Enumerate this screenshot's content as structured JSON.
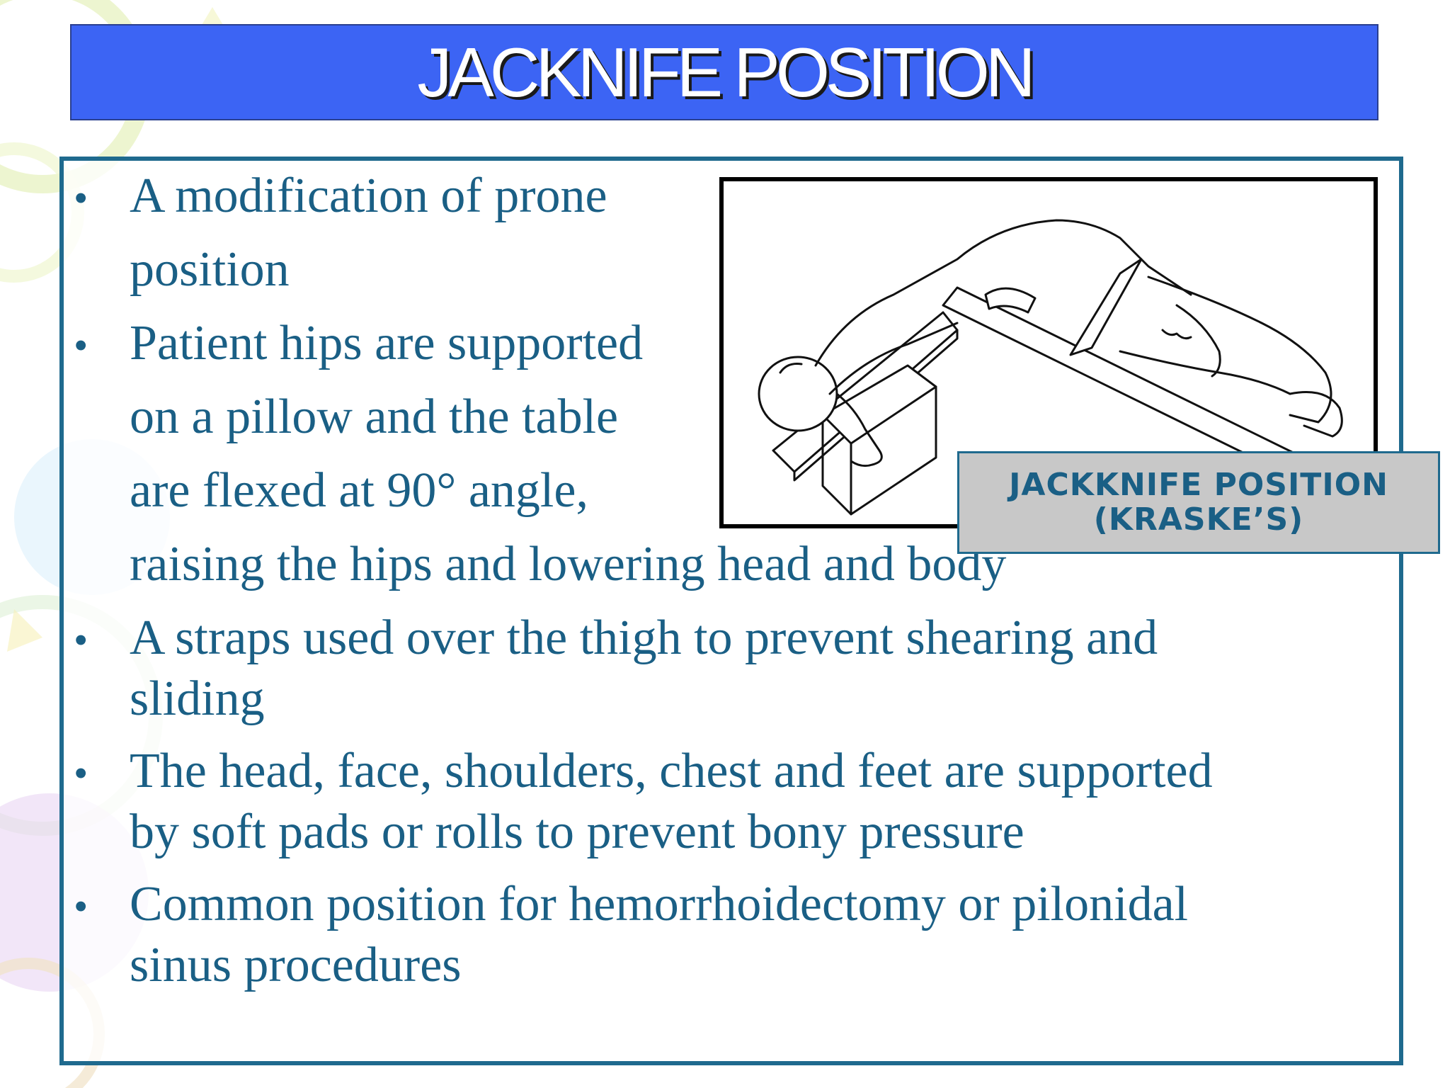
{
  "slide": {
    "title": "JACKNIFE POSITION",
    "bullets": [
      {
        "lines": [
          "A modification of prone",
          "position"
        ]
      },
      {
        "lines": [
          "Patient hips are supported",
          "on a pillow and the table",
          "are flexed at 90° angle,",
          "raising the hips and lowering head and body"
        ]
      },
      {
        "lines": [
          "A straps used over the thigh to prevent shearing and",
          "sliding"
        ]
      },
      {
        "lines": [
          "The head, face, shoulders, chest and feet are supported",
          "by soft pads or rolls to prevent bony pressure"
        ]
      },
      {
        "lines": [
          "Common position for hemorrhoidectomy or pilonidal",
          "sinus procedures"
        ]
      }
    ],
    "bullet_symbol": "•",
    "figure": {
      "illustration": "patient-in-jackknife-position-icon",
      "caption_line1": "JACKKNIFE POSITION",
      "caption_line2": "(KRASKE’S)"
    }
  },
  "colors": {
    "title_bar": "#3c64f4",
    "text": "#1a5f85",
    "border": "#1f6a8e",
    "caption_bg": "#c8c8c8"
  }
}
